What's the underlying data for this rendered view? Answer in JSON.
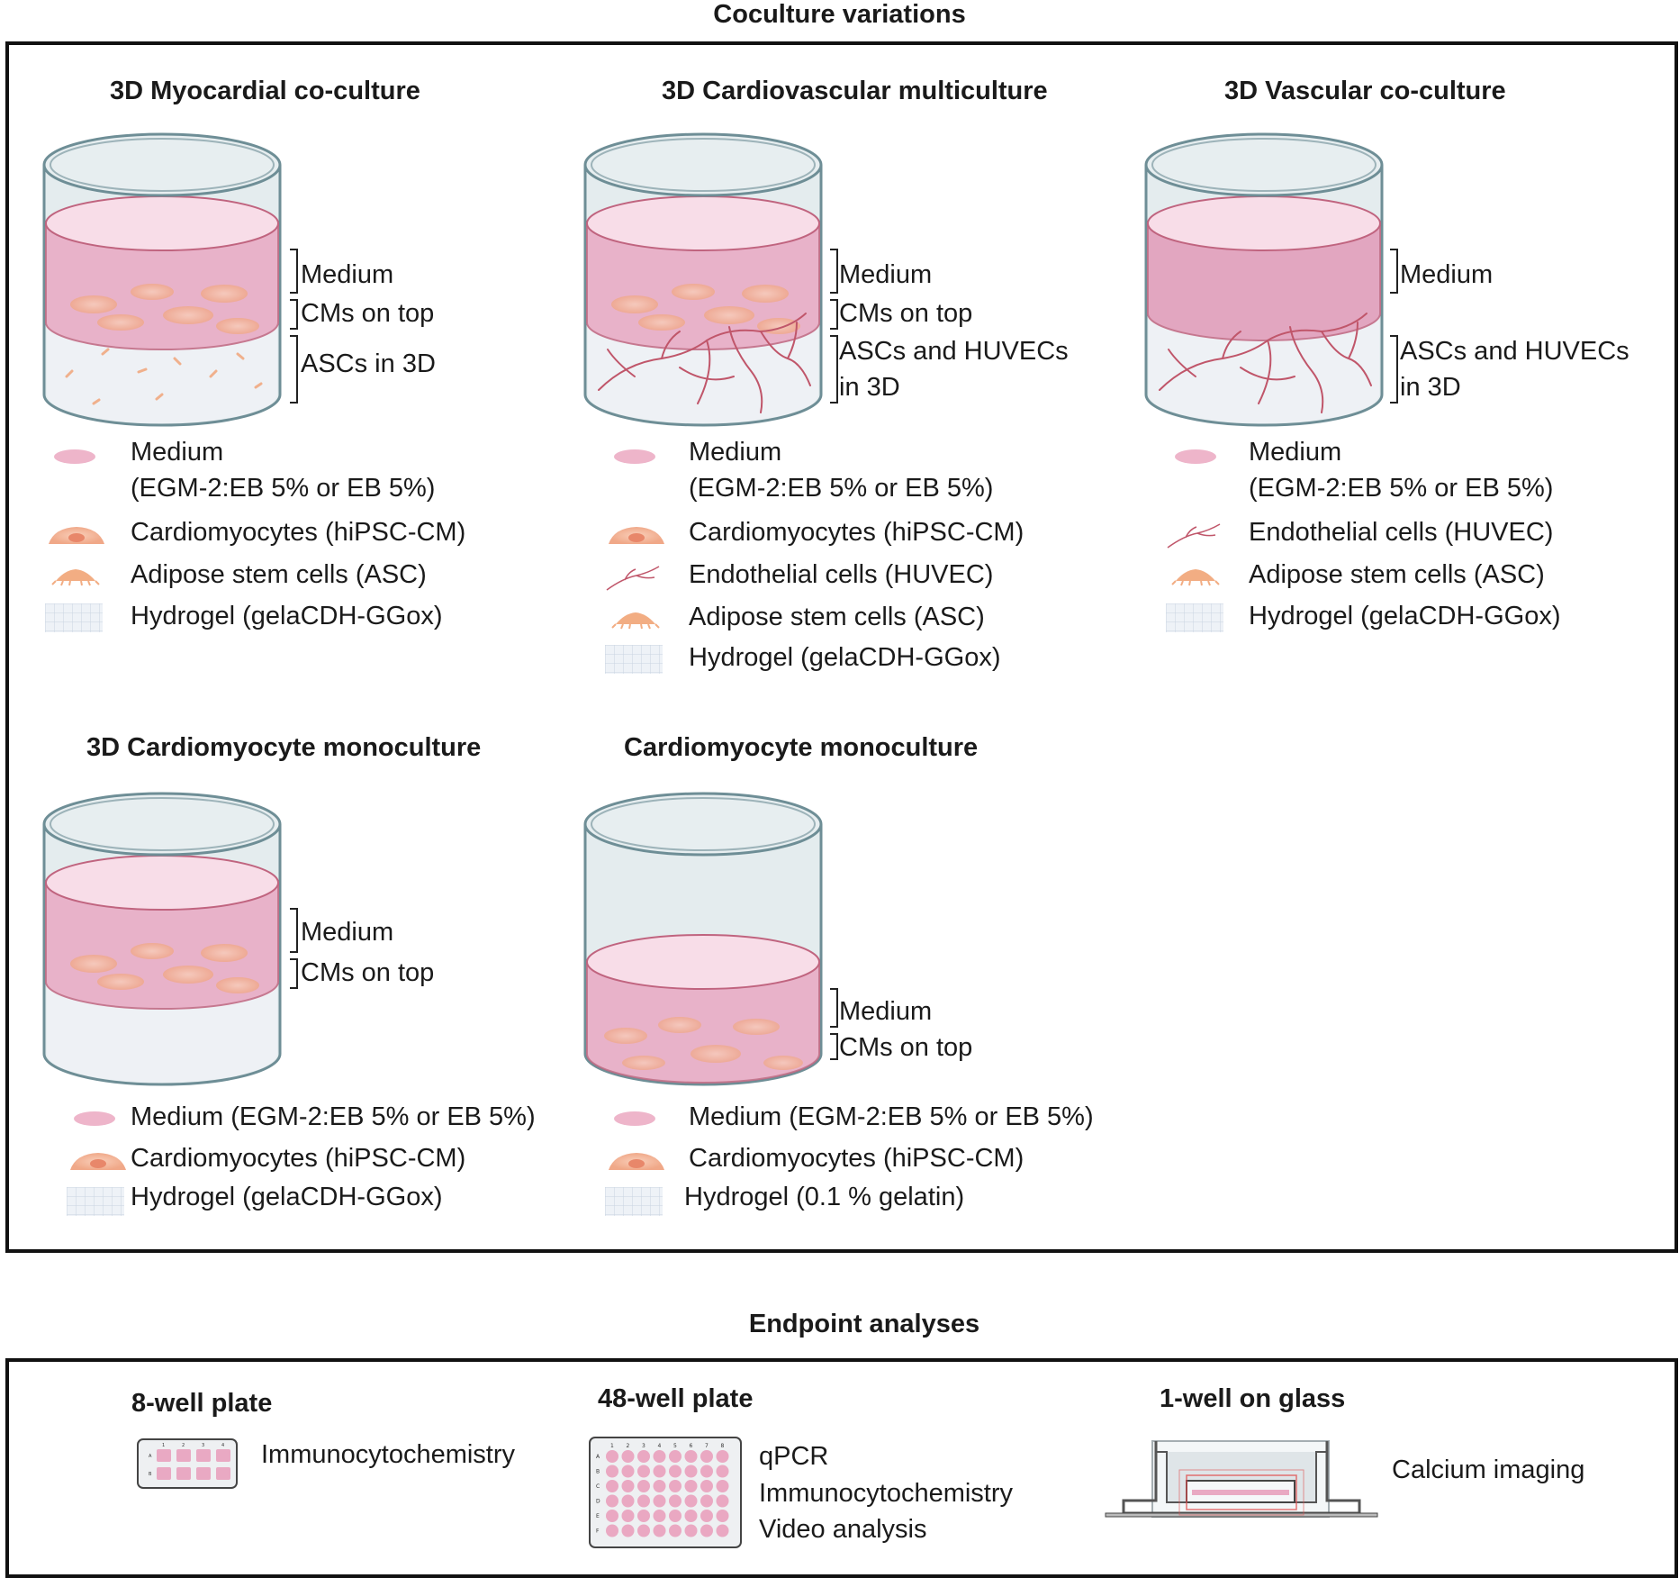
{
  "coculture": {
    "title": "Coculture variations",
    "panels": [
      {
        "title": "3D Myocardial co-culture",
        "labels": [
          "Medium",
          "CMs on top",
          "ASCs in 3D"
        ],
        "legend": [
          "Medium",
          "(EGM-2:EB 5% or EB 5%)",
          "Cardiomyocytes (hiPSC-CM)",
          "Adipose stem cells (ASC)",
          "Hydrogel (gelaCDH-GGox)"
        ]
      },
      {
        "title": "3D Cardiovascular multiculture",
        "labels": [
          "Medium",
          "CMs on top",
          "ASCs and HUVECs",
          "in 3D"
        ],
        "legend": [
          "Medium",
          "(EGM-2:EB 5% or EB 5%)",
          "Cardiomyocytes (hiPSC-CM)",
          "Endothelial cells (HUVEC)",
          "Adipose stem cells (ASC)",
          "Hydrogel (gelaCDH-GGox)"
        ]
      },
      {
        "title": "3D Vascular co-culture",
        "labels": [
          "Medium",
          "ASCs and HUVECs",
          "in 3D"
        ],
        "legend": [
          "Medium",
          "(EGM-2:EB 5% or EB 5%)",
          "Endothelial cells (HUVEC)",
          "Adipose stem cells (ASC)",
          "Hydrogel (gelaCDH-GGox)"
        ]
      },
      {
        "title": "3D Cardiomyocyte monoculture",
        "labels": [
          "Medium",
          "CMs on top"
        ],
        "legend": [
          "Medium (EGM-2:EB 5% or EB 5%)",
          "Cardiomyocytes (hiPSC-CM)",
          "Hydrogel (gelaCDH-GGox)"
        ]
      },
      {
        "title": "Cardiomyocyte monoculture",
        "labels": [
          "Medium",
          "CMs on top"
        ],
        "legend": [
          "Medium (EGM-2:EB 5% or EB 5%)",
          "Cardiomyocytes (hiPSC-CM)",
          "Hydrogel (0.1 % gelatin)"
        ]
      }
    ]
  },
  "endpoint": {
    "title": "Endpoint analyses",
    "plates": [
      {
        "title": "8-well plate",
        "analyses": [
          "Immunocytochemistry"
        ]
      },
      {
        "title": "48-well plate",
        "analyses": [
          "qPCR",
          "Immunocytochemistry",
          "Video analysis"
        ]
      },
      {
        "title": "1-well on glass",
        "analyses": [
          "Calcium imaging"
        ]
      }
    ],
    "plate8": {
      "col_labels": [
        "1",
        "2",
        "3",
        "4"
      ],
      "row_labels": [
        "A",
        "B"
      ]
    },
    "plate48": {
      "col_labels": [
        "1",
        "2",
        "3",
        "4",
        "5",
        "6",
        "7",
        "8"
      ],
      "row_labels": [
        "A",
        "B",
        "C",
        "D",
        "E",
        "F"
      ]
    }
  },
  "colors": {
    "medium": "#e9a9c3",
    "medium_light": "#f8dde8",
    "cardiomyocyte": "#f3b89d",
    "vessel": "#c0566a",
    "hydrogel": "#e6ecf3",
    "glass": "#e3ebee",
    "glass_edge": "#6e8e96",
    "frame": "#111111"
  }
}
